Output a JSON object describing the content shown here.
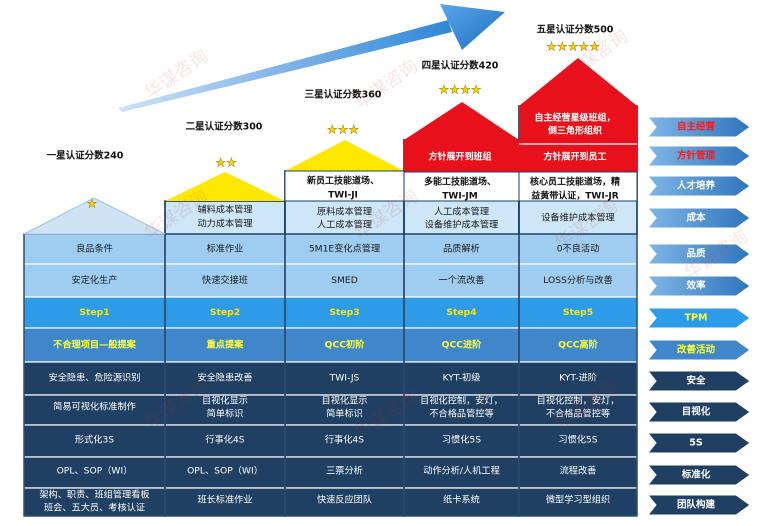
{
  "columns": [
    {
      "title": "一星认证分数240",
      "stars": "★",
      "roof_lines": [],
      "cells": [
        "良品条件",
        "安定化生产",
        "Step1",
        "不合理项目—般提案",
        "安全隐患、危险源识别",
        "简易可视化标准制作",
        "形式化3S",
        "OPL、SOP（WI）",
        "架构、职责、班组管理看板",
        "班会、五大员、考核认证"
      ]
    },
    {
      "title": "二星认证分数300",
      "stars": "★★",
      "roof_lines": [],
      "cells": [
        "辅料成本管理",
        "动力成本管理",
        "标准作业",
        "快速交接班",
        "Step2",
        "重点提案",
        "安全隐患改善",
        "目视化显示",
        "简单标识",
        "行事化4S",
        "OPL、SOP（WI）",
        "班长标准作业"
      ]
    },
    {
      "title": "三星认证分数360",
      "stars": "★★★",
      "roof_lines": [
        "新员工技能道场、",
        "TWI-JI"
      ],
      "cells": [
        "原料成本管理",
        "人工成本管理",
        "5M1E变化点管理",
        "SMED",
        "Step3",
        "QCC初阶",
        "TWI-JS",
        "目视化显示",
        "简单标识",
        "行事化4S",
        "三票分析",
        "快速反应团队"
      ]
    },
    {
      "title": "四星认证分数420",
      "stars": "★★★★",
      "roof_lines": [
        "方针展开到班组",
        "多能工技能道场、",
        "TWI-JM"
      ],
      "cells": [
        "人工成本管理",
        "设备维护成本管理",
        "品质解析",
        "一个流改善",
        "Step4",
        "QCC进阶",
        "KYT-初级",
        "目视化控制，安灯，",
        "不合格品管控等",
        "习惯化5S",
        "动作分析/人机工程",
        "纸卡系统"
      ]
    },
    {
      "title": "五星认证分数500",
      "stars": "★★★★★",
      "roof_lines": [
        "自主经营星级班组，",
        "倒三角形组织",
        "方针展开到员工",
        "核心员工技能道场，精",
        "益黄带认证，TWI-JR"
      ],
      "cells": [
        "设备维护成本管理",
        "0不良活动",
        "LOSS分析与改善",
        "Step5",
        "QCC高阶",
        "KYT-进阶",
        "目视化控制，安灯，",
        "不合格品管控等",
        "习惯化5S",
        "流程改善",
        "微型学习型组织"
      ]
    }
  ],
  "right_labels": [
    "自主经营",
    "方针管理",
    "人才培养",
    "成本",
    "品质",
    "效率",
    "TPM",
    "改善活动",
    "安全",
    "目视化",
    "5S",
    "标准化",
    "团队构建"
  ],
  "watermark": "华谋咨询",
  "colors": {
    "dark_navy": "#1f3f63",
    "mid_blue": "#3f86cb",
    "light_blue": "#9fcdf1",
    "step_blue": "#2e9be8",
    "step_text": "#ffe600",
    "red_roof": "#e8101b",
    "yellow_roof": "#ffe800",
    "star": "#ffd200"
  }
}
